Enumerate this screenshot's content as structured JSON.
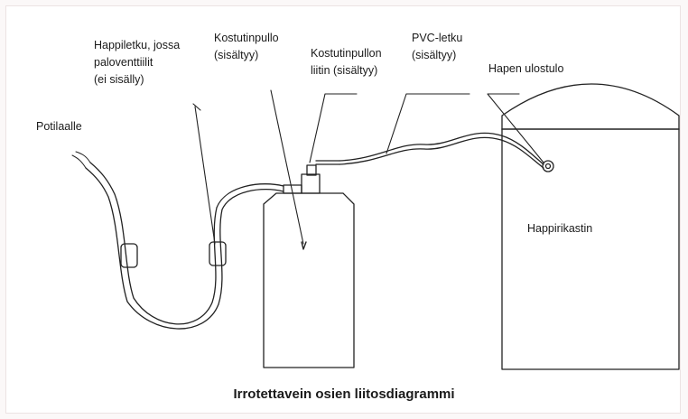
{
  "labels": {
    "patient": "Potilaalle",
    "oxygen_tube": "Happiletku, jossa\npaloventtiilit\n(ei sisälly)",
    "humidifier_bottle": "Kostutinpullo\n(sisältyy)",
    "bottle_connector": "Kostutinpullon\nliitin (sisältyy)",
    "pvc_tube": "PVC-letku\n(sisältyy)",
    "oxygen_outlet": "Hapen ulostulo",
    "concentrator": "Happirikastin"
  },
  "caption": "Irrotettavein osien liitosdiagrammi",
  "colors": {
    "line": "#222222",
    "background": "#ffffff",
    "frame_border": "#ece3e3"
  }
}
